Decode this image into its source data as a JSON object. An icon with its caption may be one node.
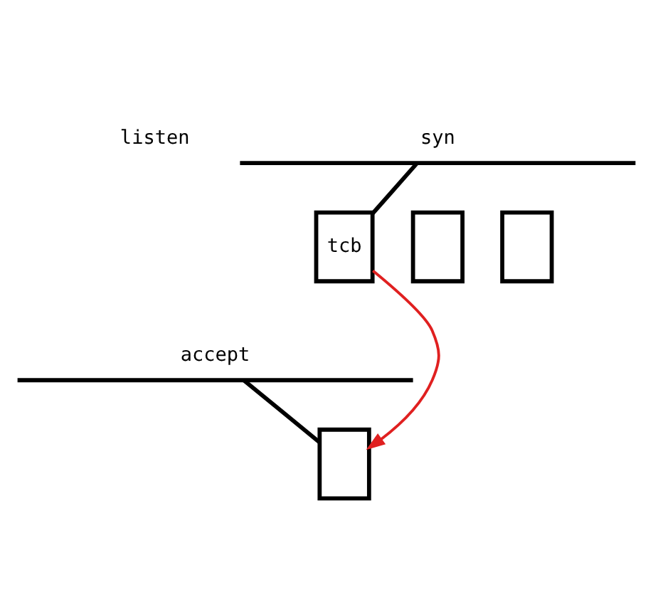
{
  "diagram": {
    "nodes": [
      {
        "text": [
          "syn"
        ]
      },
      {
        "text": [
          "tcb"
        ]
      },
      {
        "text": [],
        "shape": "box"
      },
      {
        "text": [],
        "shape": "box"
      },
      {
        "text": [
          "accept"
        ]
      },
      {
        "text": [],
        "shape": "box"
      }
    ],
    "edges": [
      {
        "from": 0,
        "to": 1,
        "arrow": "none"
      },
      {
        "from": 4,
        "to": 5,
        "arrow": "none"
      },
      {
        "from": 1,
        "to": 5,
        "arrow": "to",
        "color": "#e02020"
      }
    ],
    "labels": [
      "listen"
    ]
  }
}
